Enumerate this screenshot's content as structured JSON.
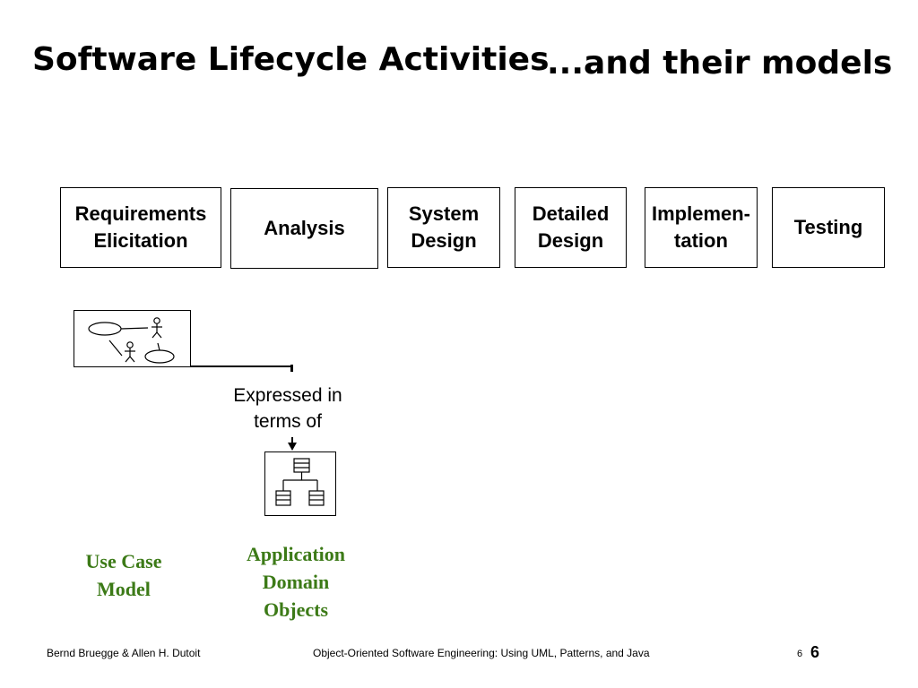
{
  "title": "Software Lifecycle Activities",
  "subtitle": "...and their models",
  "activities": [
    {
      "label": "Requirements\nElicitation"
    },
    {
      "label": "Analysis"
    },
    {
      "label": "System\nDesign"
    },
    {
      "label": "Detailed\nDesign"
    },
    {
      "label": "Implemen-\ntation"
    },
    {
      "label": "Testing"
    }
  ],
  "relation_label": "Expressed in\nterms of",
  "models": {
    "use_case": {
      "label": "Use Case\nModel",
      "icon": "use-case-diagram-icon"
    },
    "domain_objects": {
      "label": "Application\nDomain\nObjects",
      "icon": "class-diagram-icon"
    }
  },
  "colors": {
    "model_caption": "#3c7a17"
  },
  "footer": {
    "authors": "Bernd Bruegge & Allen H. Dutoit",
    "book": "Object-Oriented Software Engineering: Using UML, Patterns, and Java",
    "slide_number_small": "6",
    "slide_number_large": "6"
  }
}
